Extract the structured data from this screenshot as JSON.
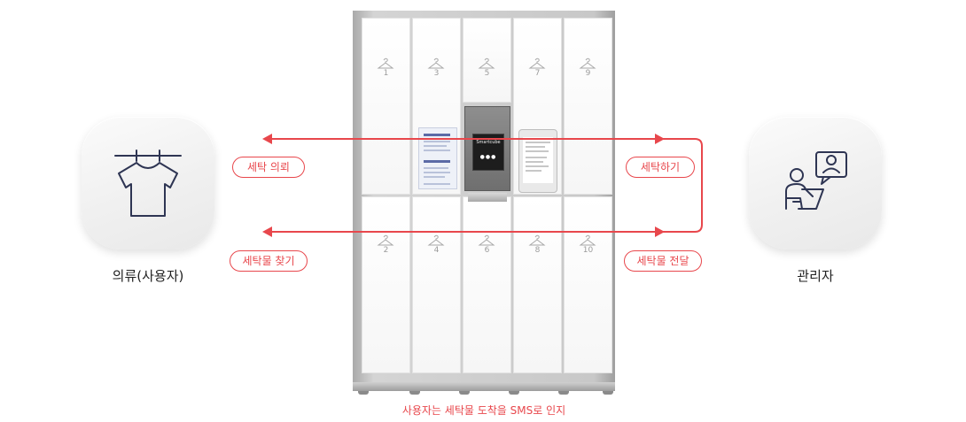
{
  "roles": {
    "user_label": "의류(사용자)",
    "admin_label": "관리자"
  },
  "flow": {
    "request_label": "세탁 의뢰",
    "find_label": "세탁물 찾기",
    "wash_label": "세탁하기",
    "deliver_label": "세탁물 전달",
    "color": "#e8474c"
  },
  "locker": {
    "top_numbers": [
      "1",
      "3",
      "5",
      "7",
      "9"
    ],
    "bottom_numbers": [
      "2",
      "4",
      "6",
      "8",
      "10"
    ],
    "kiosk_brand": "Smartcube",
    "kiosk_dots": "●●●"
  },
  "caption": "사용자는 세탁물 도착을 SMS로 인지",
  "icons": {
    "user": "tshirt-hanger-icon",
    "admin": "admin-person-icon",
    "door": "hanger-icon"
  }
}
